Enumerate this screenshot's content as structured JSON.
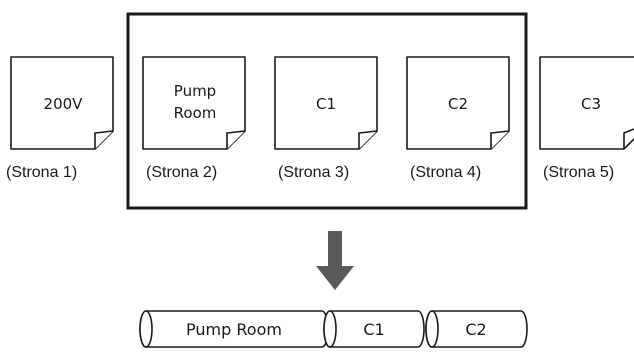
{
  "pages": [
    {
      "title_lines": [
        "200V"
      ],
      "caption": "(Strona 1)",
      "selected": false
    },
    {
      "title_lines": [
        "Pump",
        "Room"
      ],
      "caption": "(Strona 2)",
      "selected": true
    },
    {
      "title_lines": [
        "C1"
      ],
      "caption": "(Strona 3)",
      "selected": true
    },
    {
      "title_lines": [
        "C2"
      ],
      "caption": "(Strona 4)",
      "selected": true
    },
    {
      "title_lines": [
        "C3"
      ],
      "caption": "(Strona 5)",
      "selected": false
    }
  ],
  "result_tabs": [
    {
      "label": "Pump Room"
    },
    {
      "label": "C1"
    },
    {
      "label": "C2"
    }
  ],
  "colors": {
    "stroke": "#1a1a1a",
    "arrow": "#5a5a5a",
    "background": "#ffffff"
  },
  "icons": {
    "page": "document-page-icon",
    "arrow": "arrow-down-icon",
    "tab": "cylinder-tab-icon"
  }
}
